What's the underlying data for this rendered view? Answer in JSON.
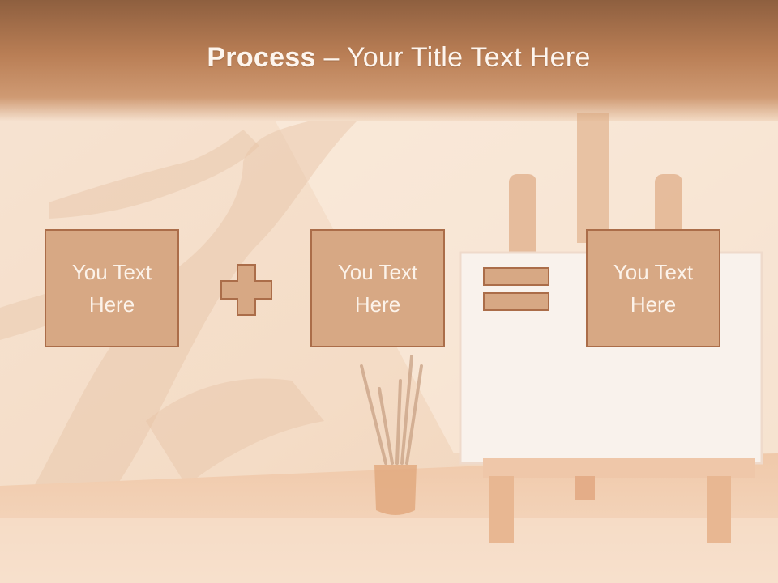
{
  "slide": {
    "title_bold": "Process",
    "title_rest": " – Your Title Text Here",
    "boxes": [
      {
        "text": "You Text Here"
      },
      {
        "text": "You Text Here"
      },
      {
        "text": "You Text Here"
      }
    ],
    "operators": {
      "first": "plus-icon",
      "second": "equals-icon"
    }
  },
  "colors": {
    "title_band": "#a56d48",
    "box_fill": "#d7a884",
    "box_border": "#ab6d49",
    "text": "#fcf3ea",
    "background": "#f5e0cc"
  }
}
